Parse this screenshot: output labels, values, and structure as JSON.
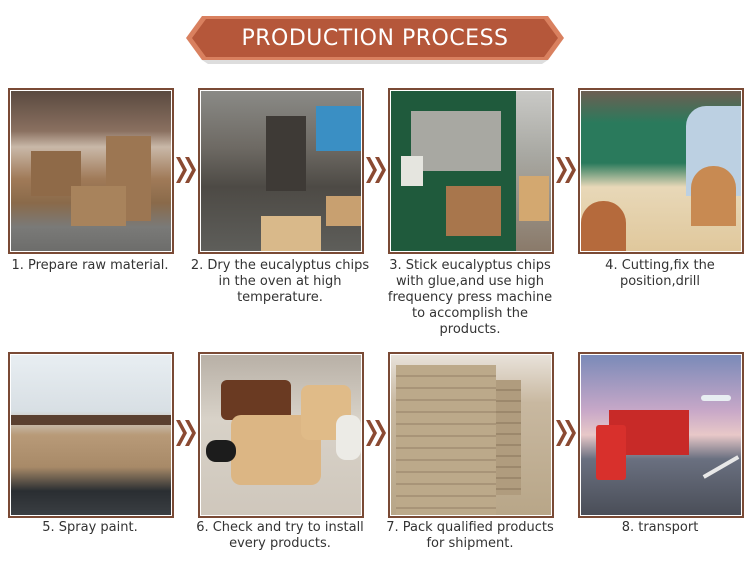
{
  "header": {
    "title": "PRODUCTION PROCESS",
    "banner_color": "#b5573a",
    "banner_edge_color": "#d9805f"
  },
  "steps": [
    {
      "label": "1. Prepare raw material.",
      "image": "warehouse-stacked-veneer-photo"
    },
    {
      "label": "2. Dry the eucalyptus chips in the oven at high temperature.",
      "image": "drying-oven-photo"
    },
    {
      "label": "3. Stick eucalyptus chips with glue,and use high frequency press machine to accomplish the products.",
      "image": "press-machine-photo"
    },
    {
      "label": "4. Cutting,fix the position,drill",
      "image": "drilling-worker-photo"
    },
    {
      "label": "5. Spray paint.",
      "image": "spray-paint-room-photo"
    },
    {
      "label": "6. Check and try to install every products.",
      "image": "lounge-chair-assembly-photo"
    },
    {
      "label": "7. Pack qualified products for shipment.",
      "image": "packed-boxes-photo"
    },
    {
      "label": "8. transport",
      "image": "red-truck-airplane-photo"
    }
  ],
  "arrows": {
    "glyph": "double-chevron-right",
    "color": "#8b4a32"
  },
  "colors": {
    "frame": "#7a4a35",
    "caption_text": "#333333"
  }
}
